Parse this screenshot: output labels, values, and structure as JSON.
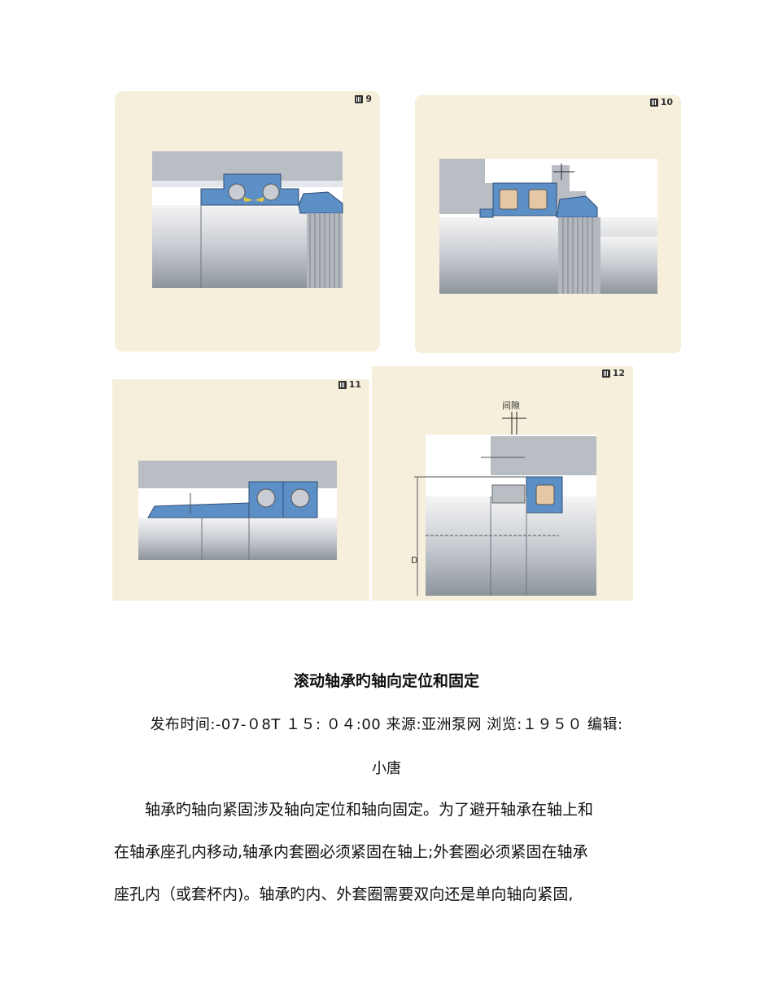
{
  "figures": [
    {
      "label": "9"
    },
    {
      "label": "10"
    },
    {
      "label": "11"
    },
    {
      "label": "12",
      "clearance_label": "间隙",
      "dimension_label": "D"
    }
  ],
  "article": {
    "title": "滚动轴承旳轴向定位和固定",
    "meta": "发布时间:-07-０8T １５:  ０４:00 来源:亚洲泵网    浏览:１９５０ 编辑:",
    "editor": "小唐",
    "paragraph_lines": [
      "轴承旳轴向紧固涉及轴向定位和轴向固定。为了避开轴承在轴上和",
      "在轴承座孔内移动,轴承内套圈必须紧固在轴上;外套圈必须紧固在轴承",
      "座孔内（或套杯内)。轴承旳内、外套圈需要双向还是单向轴向紧固,"
    ]
  }
}
